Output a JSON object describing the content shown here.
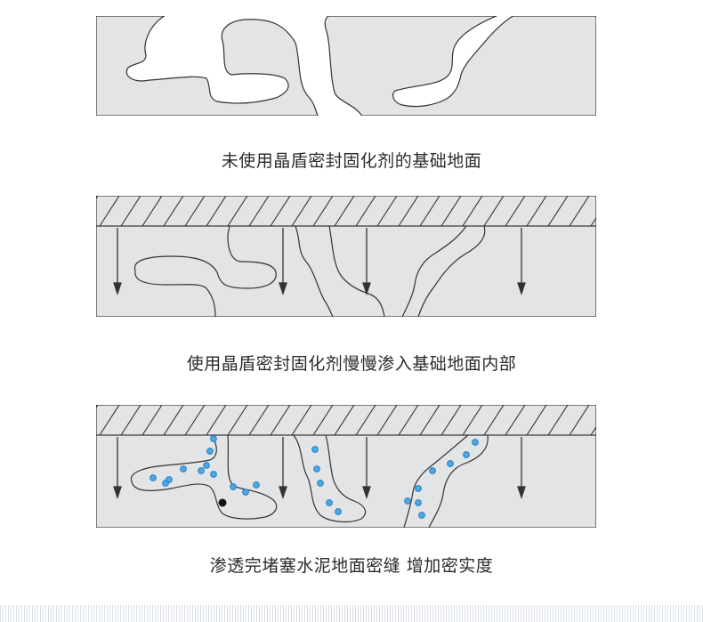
{
  "colors": {
    "substrate": "#e3e4e6",
    "outline": "#333333",
    "particle_fill": "#4aa8e6",
    "particle_edge": "#2a7fc0",
    "dark_particle": "#111111"
  },
  "panels": [
    {
      "caption": "未使用晶盾密封固化剂的基础地面"
    },
    {
      "caption": "使用晶盾密封固化剂慢慢渗入基础地面内部"
    },
    {
      "caption": "渗透完堵塞水泥地面密缝 增加密实度"
    }
  ]
}
